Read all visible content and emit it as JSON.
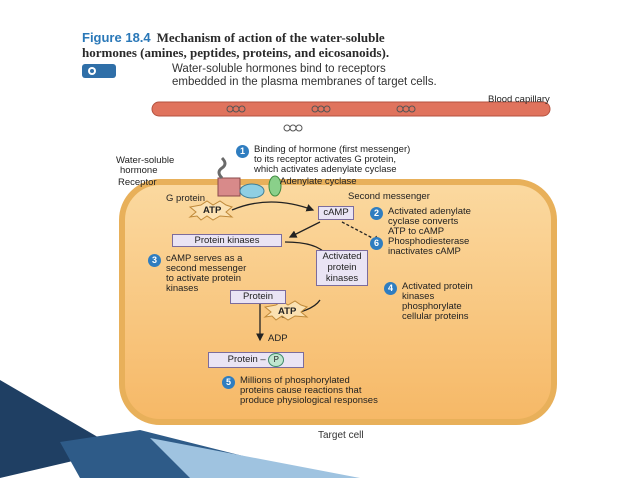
{
  "figure": {
    "number": "Figure 18.4",
    "title_line1": "Mechanism of action of the water-soluble",
    "title_line2": "hormones (amines, peptides, proteins, and eicosanoids)."
  },
  "intro": {
    "icon_name": "overview-badge-icon",
    "icon_text": "",
    "line1": "Water-soluble hormones bind to receptors",
    "line2": "embedded in the plasma membranes of target cells."
  },
  "labels": {
    "blood_capillary": "Blood capillary",
    "water_soluble_hormone_1": "Water-soluble",
    "water_soluble_hormone_2": "hormone",
    "receptor": "Receptor",
    "adenylate_cyclase": "Adenylate cyclase",
    "g_protein": "G protein",
    "second_messenger": "Second messenger",
    "atp": "ATP",
    "camp": "cAMP",
    "protein_kinases": "Protein kinases",
    "activated_kinases_1": "Activated",
    "activated_kinases_2": "protein",
    "activated_kinases_3": "kinases",
    "protein": "Protein",
    "atp2": "ATP",
    "adp": "ADP",
    "protein_p": "Protein –",
    "p": "P",
    "target_cell": "Target cell"
  },
  "steps": [
    {
      "num": "1",
      "lines": [
        "Binding of hormone (first messenger)",
        "to its receptor activates G protein,",
        "which activates adenylate cyclase"
      ]
    },
    {
      "num": "2",
      "lines": [
        "Activated adenylate",
        "cyclase converts",
        "ATP to cAMP"
      ]
    },
    {
      "num": "3",
      "lines": [
        "cAMP serves as a",
        "second messenger",
        "to activate protein",
        "kinases"
      ]
    },
    {
      "num": "4",
      "lines": [
        "Activated protein",
        "kinases",
        "phosphorylate",
        "cellular proteins"
      ]
    },
    {
      "num": "5",
      "lines": [
        "Millions of phosphorylated",
        "proteins cause reactions that",
        "produce physiological responses"
      ]
    },
    {
      "num": "6",
      "lines": [
        "Phosphodiesterase",
        "inactivates cAMP"
      ]
    }
  ],
  "colors": {
    "cell_fill": "#f7c27a",
    "cell_border": "#e8b05a",
    "capillary": "#e0735d",
    "step_badge": "#2f7dc0",
    "box_fill": "#eae4f4",
    "swoosh_dark": "#1f3f63",
    "swoosh_light": "#9fc3e0"
  }
}
